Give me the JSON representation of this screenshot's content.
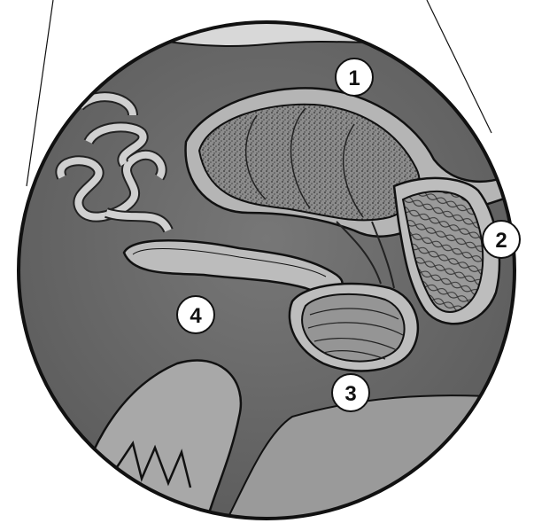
{
  "figure": {
    "description_labels": {
      "label_1": "1",
      "label_2": "2",
      "label_3": "3",
      "label_4": "4"
    },
    "colors": {
      "background": "#ffffff",
      "tissue_dark": "#5e5e5e",
      "tissue_mid": "#8a8a8a",
      "tissue_light": "#c4c4c4",
      "outline": "#111111"
    }
  }
}
